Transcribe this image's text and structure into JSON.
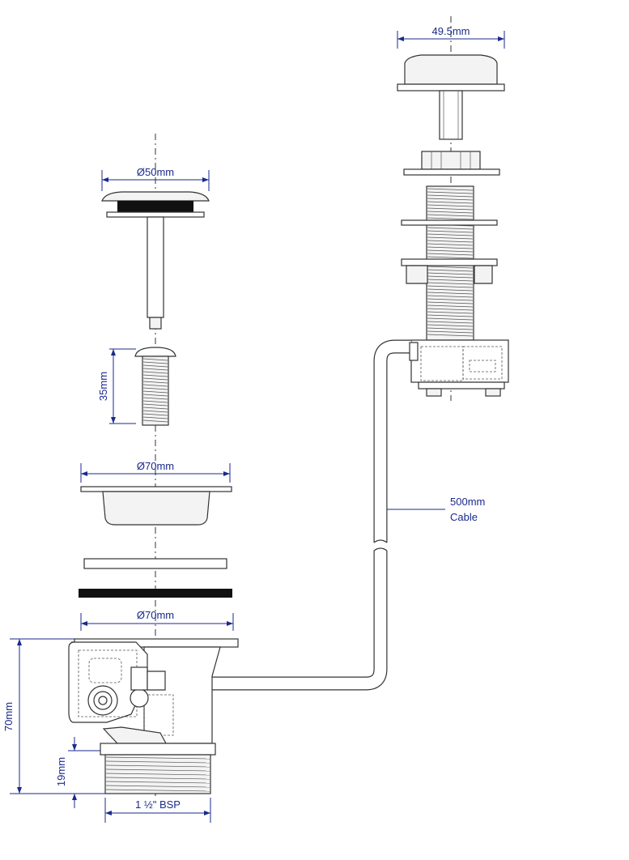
{
  "labels": {
    "button_diameter": "49.5mm",
    "plug_diameter": "Ø50mm",
    "screw_length": "35mm",
    "strainer_diameter": "Ø70mm",
    "flange_diameter": "Ø70mm",
    "cable_length": "500mm",
    "cable_word": "Cable",
    "body_height": "70mm",
    "thread_height": "19mm",
    "thread_size": "1 ½\" BSP"
  },
  "colors": {
    "dimension": "#1a2a8c",
    "outline": "#333333",
    "gasket": "#111111"
  }
}
